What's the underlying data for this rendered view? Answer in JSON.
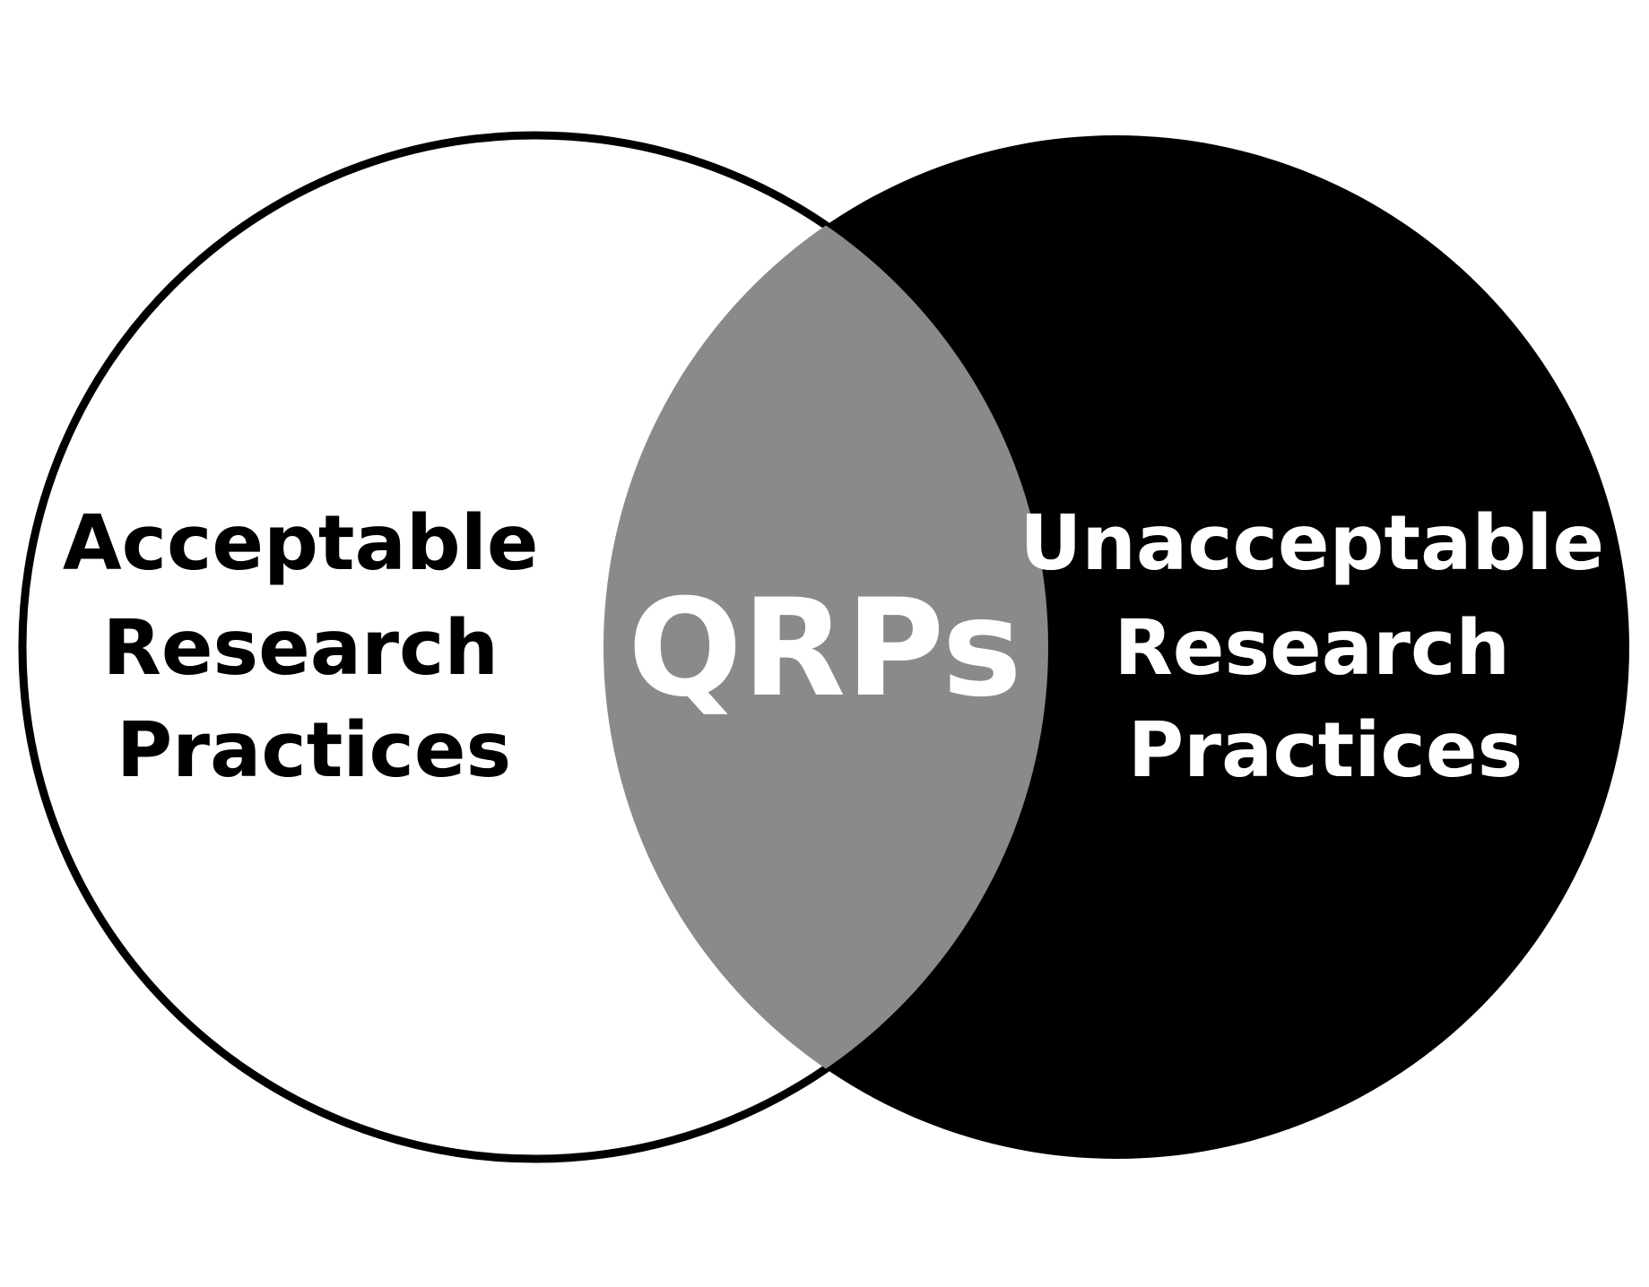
{
  "diagram": {
    "left_set": {
      "lines": [
        "Acceptable",
        "Research",
        "Practices"
      ]
    },
    "right_set": {
      "lines": [
        "Unacceptable",
        "Research",
        "Practices"
      ]
    },
    "overlap": {
      "label": "QRPs"
    }
  },
  "colors": {
    "background": "#ffffff",
    "left_fill": "#ffffff",
    "right_fill": "#000000",
    "overlap_fill": "#8a8a8a",
    "outline": "#000000",
    "left_text": "#000000",
    "right_text": "#ffffff",
    "overlap_text": "#ffffff"
  }
}
